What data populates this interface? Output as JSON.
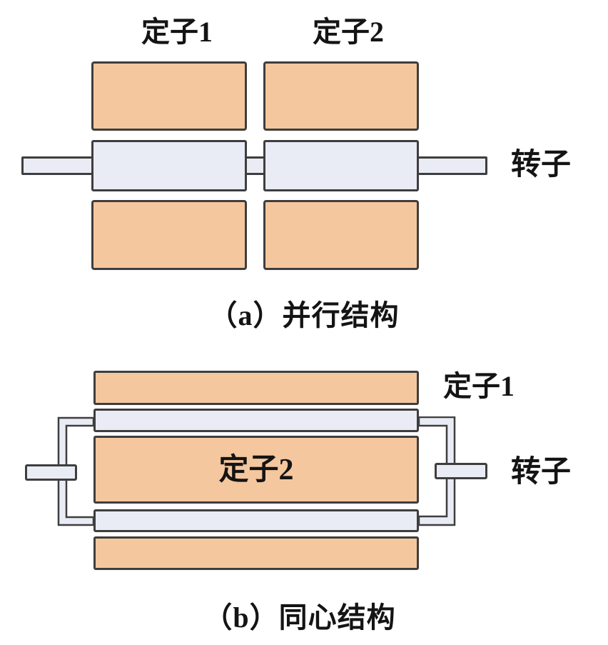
{
  "colors": {
    "stator_fill": "#F5C79E",
    "rotor_fill": "#E9EBF5",
    "outline": "#3E3E3E",
    "text_color": "#141414",
    "background": "#FFFFFF"
  },
  "figure_a": {
    "caption": "（a）并行结构",
    "labels": {
      "stator1": "定子1",
      "stator2": "定子2",
      "rotor": "转子"
    }
  },
  "figure_b": {
    "caption": "（b）同心结构",
    "labels": {
      "stator1": "定子1",
      "stator2": "定子2",
      "rotor": "转子"
    }
  }
}
